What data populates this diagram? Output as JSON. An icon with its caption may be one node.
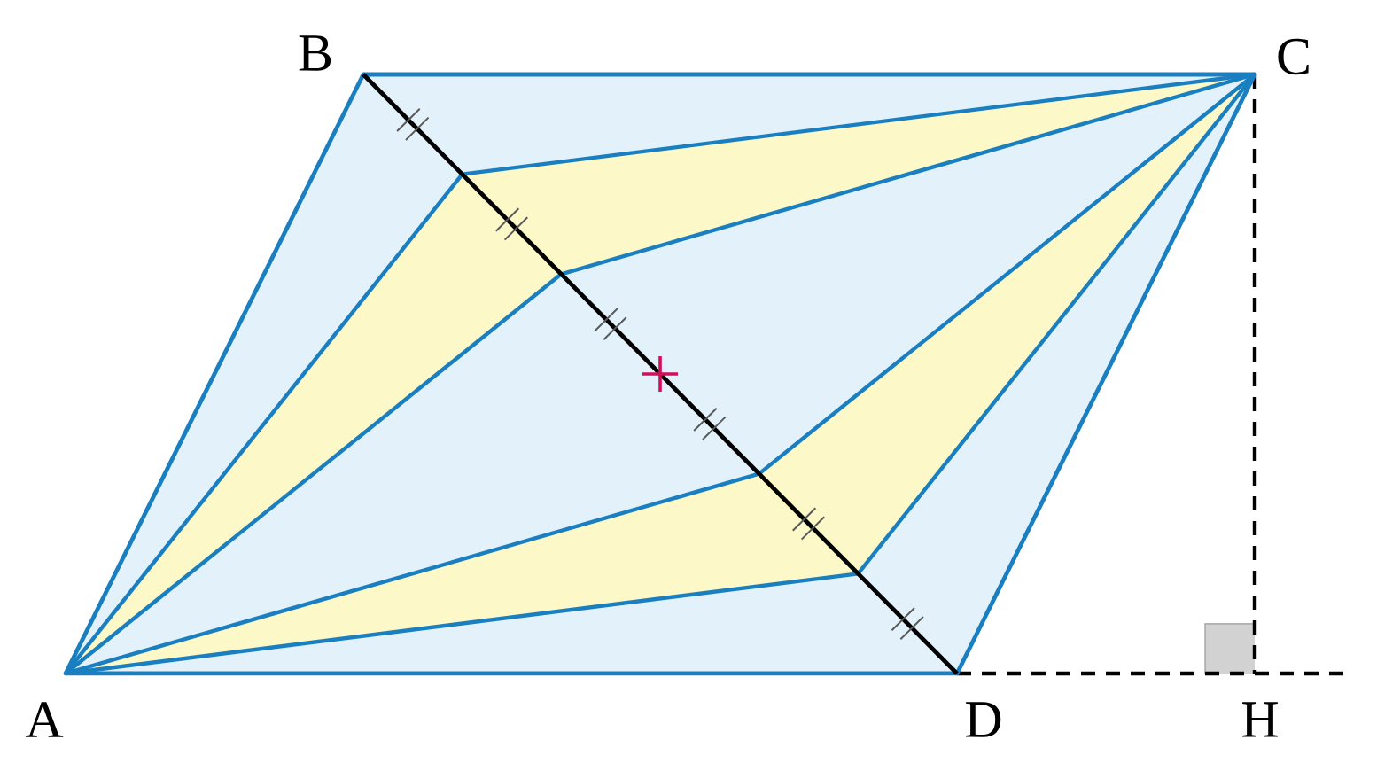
{
  "diagram": {
    "labels": [
      "B",
      "C",
      "A",
      "D",
      "H"
    ]
  }
}
